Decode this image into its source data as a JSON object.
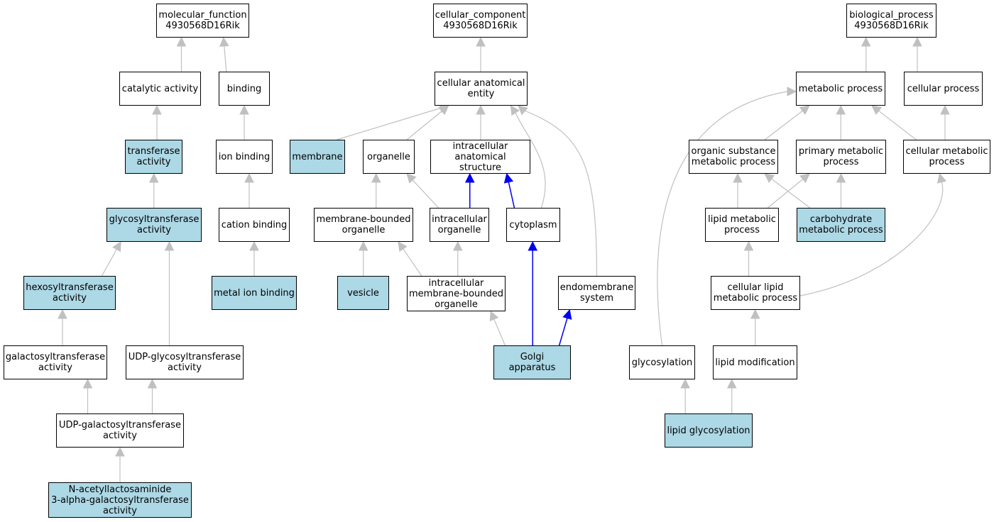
{
  "colors": {
    "highlight": "#add8e6",
    "normal": "#ffffff",
    "edge_gray": "#c0c0c0",
    "edge_blue": "#0000ee",
    "border": "#000000"
  },
  "nodes": {
    "mf": {
      "label": "molecular_function\n4930568D16Rik",
      "highlighted": false
    },
    "cat": {
      "label": "catalytic activity",
      "highlighted": false
    },
    "bind": {
      "label": "binding",
      "highlighted": false
    },
    "trans": {
      "label": "transferase\nactivity",
      "highlighted": true
    },
    "ionb": {
      "label": "ion binding",
      "highlighted": false
    },
    "glyco": {
      "label": "glycosyltransferase\nactivity",
      "highlighted": true
    },
    "cationb": {
      "label": "cation binding",
      "highlighted": false
    },
    "hexo": {
      "label": "hexosyltransferase\nactivity",
      "highlighted": true
    },
    "metalb": {
      "label": "metal ion binding",
      "highlighted": true
    },
    "galacto": {
      "label": "galactosyltransferase\nactivity",
      "highlighted": false
    },
    "udpglyco": {
      "label": "UDP-glycosyltransferase\nactivity",
      "highlighted": false
    },
    "udpgal": {
      "label": "UDP-galactosyltransferase\nactivity",
      "highlighted": false
    },
    "nacetyl": {
      "label": "N-acetyllactosaminide\n3-alpha-galactosyltransferase\nactivity",
      "highlighted": true
    },
    "cc": {
      "label": "cellular_component\n4930568D16Rik",
      "highlighted": false
    },
    "cae": {
      "label": "cellular anatomical\nentity",
      "highlighted": false
    },
    "membrane": {
      "label": "membrane",
      "highlighted": true
    },
    "organelle": {
      "label": "organelle",
      "highlighted": false
    },
    "ias": {
      "label": "intracellular\nanatomical structure",
      "highlighted": false
    },
    "mbo": {
      "label": "membrane-bounded\norganelle",
      "highlighted": false
    },
    "io": {
      "label": "intracellular\norganelle",
      "highlighted": false
    },
    "cyto": {
      "label": "cytoplasm",
      "highlighted": false
    },
    "vesicle": {
      "label": "vesicle",
      "highlighted": true
    },
    "imbo": {
      "label": "intracellular\nmembrane-bounded\norganelle",
      "highlighted": false
    },
    "endo": {
      "label": "endomembrane\nsystem",
      "highlighted": false
    },
    "golgi": {
      "label": "Golgi apparatus",
      "highlighted": true
    },
    "bp": {
      "label": "biological_process\n4930568D16Rik",
      "highlighted": false
    },
    "mp": {
      "label": "metabolic process",
      "highlighted": false
    },
    "cp": {
      "label": "cellular process",
      "highlighted": false
    },
    "osmp": {
      "label": "organic substance\nmetabolic process",
      "highlighted": false
    },
    "pmp": {
      "label": "primary metabolic\nprocess",
      "highlighted": false
    },
    "cmp": {
      "label": "cellular metabolic\nprocess",
      "highlighted": false
    },
    "lmp": {
      "label": "lipid metabolic\nprocess",
      "highlighted": false
    },
    "carb": {
      "label": "carbohydrate\nmetabolic process",
      "highlighted": true
    },
    "clmp": {
      "label": "cellular lipid\nmetabolic process",
      "highlighted": false
    },
    "glycosylation": {
      "label": "glycosylation",
      "highlighted": false
    },
    "lipmod": {
      "label": "lipid modification",
      "highlighted": false
    },
    "lipglyco": {
      "label": "lipid glycosylation",
      "highlighted": true
    }
  },
  "edges": [
    {
      "from": "cat",
      "to": "mf",
      "color": "gray"
    },
    {
      "from": "bind",
      "to": "mf",
      "color": "gray"
    },
    {
      "from": "trans",
      "to": "cat",
      "color": "gray"
    },
    {
      "from": "ionb",
      "to": "bind",
      "color": "gray"
    },
    {
      "from": "glyco",
      "to": "trans",
      "color": "gray"
    },
    {
      "from": "cationb",
      "to": "ionb",
      "color": "gray"
    },
    {
      "from": "hexo",
      "to": "glyco",
      "color": "gray"
    },
    {
      "from": "udpglyco",
      "to": "glyco",
      "color": "gray"
    },
    {
      "from": "metalb",
      "to": "cationb",
      "color": "gray"
    },
    {
      "from": "galacto",
      "to": "hexo",
      "color": "gray"
    },
    {
      "from": "udpgal",
      "to": "galacto",
      "color": "gray"
    },
    {
      "from": "udpgal",
      "to": "udpglyco",
      "color": "gray"
    },
    {
      "from": "nacetyl",
      "to": "udpgal",
      "color": "gray"
    },
    {
      "from": "cae",
      "to": "cc",
      "color": "gray"
    },
    {
      "from": "membrane",
      "to": "cae",
      "color": "gray"
    },
    {
      "from": "organelle",
      "to": "cae",
      "color": "gray"
    },
    {
      "from": "ias",
      "to": "cae",
      "color": "gray"
    },
    {
      "from": "cyto",
      "to": "cae",
      "color": "gray",
      "curve": true
    },
    {
      "from": "endo",
      "to": "cae",
      "color": "gray",
      "curve": true
    },
    {
      "from": "mbo",
      "to": "organelle",
      "color": "gray"
    },
    {
      "from": "io",
      "to": "organelle",
      "color": "gray"
    },
    {
      "from": "io",
      "to": "ias",
      "color": "blue"
    },
    {
      "from": "cyto",
      "to": "ias",
      "color": "blue"
    },
    {
      "from": "vesicle",
      "to": "mbo",
      "color": "gray"
    },
    {
      "from": "imbo",
      "to": "mbo",
      "color": "gray"
    },
    {
      "from": "imbo",
      "to": "io",
      "color": "gray"
    },
    {
      "from": "golgi",
      "to": "imbo",
      "color": "gray"
    },
    {
      "from": "golgi",
      "to": "cyto",
      "color": "blue"
    },
    {
      "from": "golgi",
      "to": "endo",
      "color": "blue"
    },
    {
      "from": "mp",
      "to": "bp",
      "color": "gray"
    },
    {
      "from": "cp",
      "to": "bp",
      "color": "gray"
    },
    {
      "from": "osmp",
      "to": "mp",
      "color": "gray"
    },
    {
      "from": "pmp",
      "to": "mp",
      "color": "gray"
    },
    {
      "from": "cmp",
      "to": "mp",
      "color": "gray"
    },
    {
      "from": "cmp",
      "to": "cp",
      "color": "gray"
    },
    {
      "from": "lmp",
      "to": "osmp",
      "color": "gray"
    },
    {
      "from": "lmp",
      "to": "pmp",
      "color": "gray"
    },
    {
      "from": "carb",
      "to": "osmp",
      "color": "gray"
    },
    {
      "from": "carb",
      "to": "pmp",
      "color": "gray"
    },
    {
      "from": "clmp",
      "to": "lmp",
      "color": "gray"
    },
    {
      "from": "clmp",
      "to": "cmp",
      "color": "gray",
      "curve": true
    },
    {
      "from": "glycosylation",
      "to": "mp",
      "color": "gray",
      "curve": true
    },
    {
      "from": "lipmod",
      "to": "clmp",
      "color": "gray"
    },
    {
      "from": "lipglyco",
      "to": "glycosylation",
      "color": "gray"
    },
    {
      "from": "lipglyco",
      "to": "lipmod",
      "color": "gray"
    }
  ]
}
